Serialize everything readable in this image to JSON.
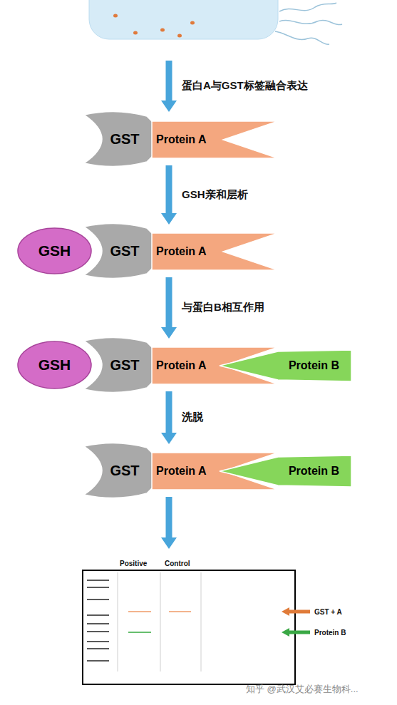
{
  "diagram": {
    "nodes": [
      {
        "text": [
          "GST"
        ]
      },
      {
        "text": [
          "Protein A"
        ]
      },
      {
        "text": [
          "GSH"
        ]
      },
      {
        "text": [
          "GST"
        ]
      },
      {
        "text": [
          "Protein A"
        ]
      },
      {
        "text": [
          "GSH"
        ]
      },
      {
        "text": [
          "GST"
        ]
      },
      {
        "text": [
          "Protein A"
        ]
      },
      {
        "text": [
          "Protein B"
        ]
      },
      {
        "text": [
          "GST"
        ]
      },
      {
        "text": [
          "Protein A"
        ]
      },
      {
        "text": [
          "Protein B"
        ]
      }
    ],
    "edges": [
      {
        "from": 1,
        "to": 4,
        "arrow": "to",
        "label": "GSH亲和层析"
      },
      {
        "from": 4,
        "to": 7,
        "arrow": "to",
        "label": "与蛋白B相互作用"
      },
      {
        "from": 7,
        "to": 10,
        "arrow": "to",
        "label": "洗脱"
      }
    ],
    "labels": [
      "蛋白A与GST标签融合表达",
      "Positive",
      "Control",
      "知乎 @武汉艾必赛生物科..."
    ],
    "legend": [
      {
        "text": "GST + A",
        "color": "#e07b39"
      },
      {
        "text": "Protein B",
        "color": "#3aa845"
      }
    ]
  }
}
